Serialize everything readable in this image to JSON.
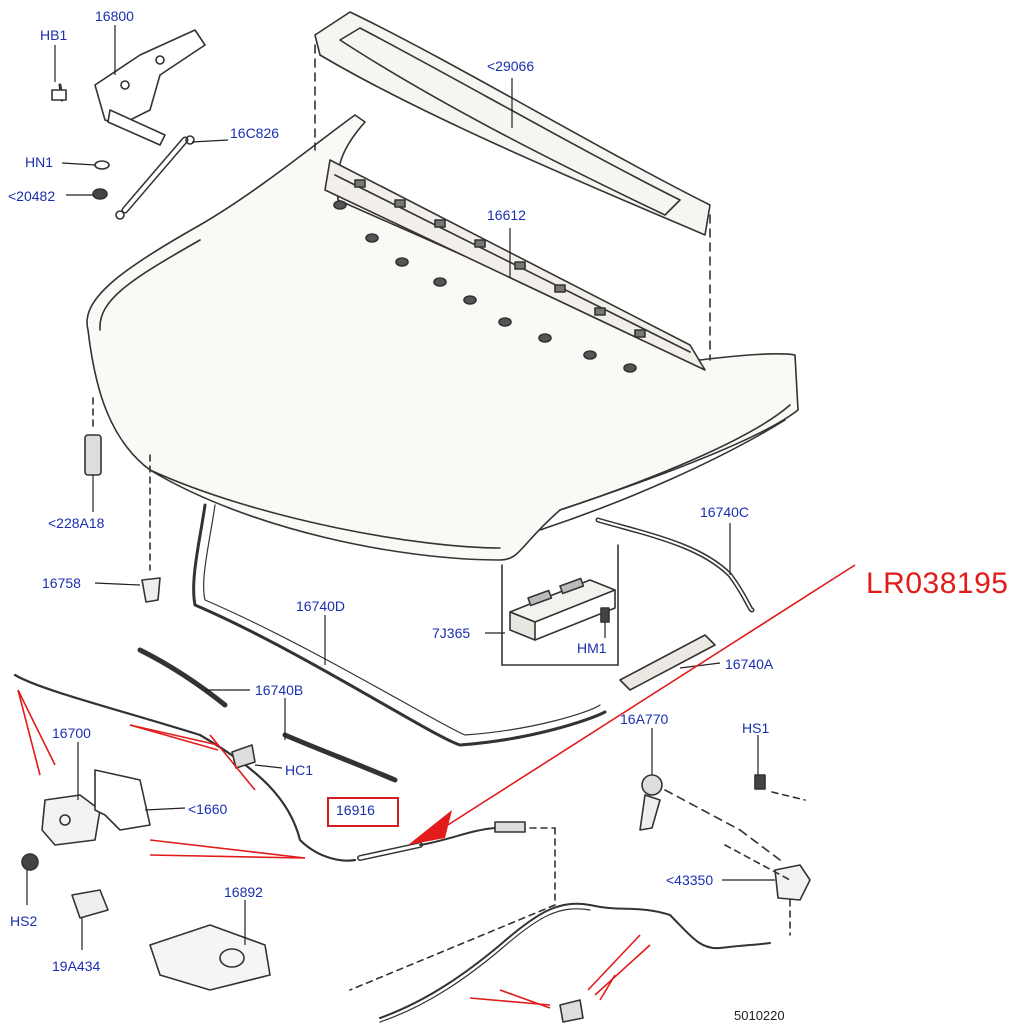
{
  "diagram": {
    "callouts": {
      "hb1": "HB1",
      "p16800": "16800",
      "p29066": "<29066",
      "p16c826": "16C826",
      "hn1": "HN1",
      "p20482": "<20482",
      "p16612": "16612",
      "p228a18": "<228A18",
      "p16740c": "16740C",
      "p16758": "16758",
      "p16740d": "16740D",
      "p7j365": "7J365",
      "hm1": "HM1",
      "p16740a": "16740A",
      "p16740b": "16740B",
      "p16700": "16700",
      "hc1": "HC1",
      "p16a770": "16A770",
      "hs1": "HS1",
      "p1660": "<1660",
      "p16916": "16916",
      "p43350": "<43350",
      "hs2": "HS2",
      "p16892": "16892",
      "p19a434": "19A434"
    },
    "highlight_part_number": "LR038195",
    "reference_number": "5010220"
  },
  "colors": {
    "label": "#1a2fb0",
    "highlight": "#e21b1b",
    "line_art": "#333333"
  }
}
